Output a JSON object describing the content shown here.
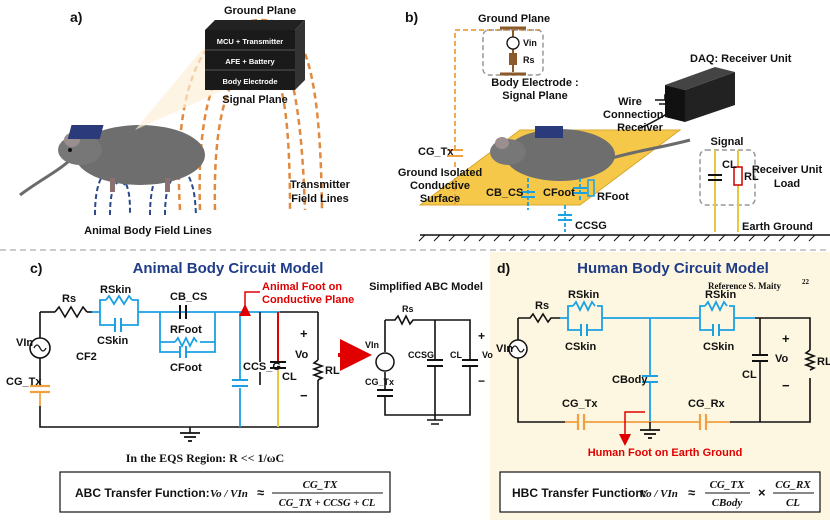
{
  "panel_a": {
    "label": "a)",
    "ground_plane": "Ground Plane",
    "layer_mcu": "MCU + Transmitter",
    "layer_afe": "AFE + Battery",
    "layer_body": "Body Electrode",
    "signal_plane": "Signal Plane",
    "tx_field_1": "Transmitter",
    "tx_field_2": "Field Lines",
    "body_field": "Animal Body Field Lines"
  },
  "panel_b": {
    "label": "b)",
    "ground_plane": "Ground Plane",
    "vin": "Vin",
    "rs": "Rs",
    "body_electrode_1": "Body Electrode :",
    "body_electrode_2": "Signal Plane",
    "daq": "DAQ: Receiver Unit",
    "wire_1": "Wire",
    "wire_2": "Connection to",
    "wire_3": "Receiver",
    "cg_tx": "CG_Tx",
    "surface_1": "Ground Isolated",
    "surface_2": "Conductive",
    "surface_3": "Surface",
    "cb_cs": "CB_CS",
    "cfoot": "CFoot",
    "rfoot": "RFoot",
    "ccsg": "CCSG",
    "signal": "Signal",
    "cl": "CL",
    "rl": "RL",
    "receiver_load_1": "Receiver Unit",
    "receiver_load_2": "Load",
    "earth_ground": "Earth Ground"
  },
  "panel_c": {
    "label": "c)",
    "title": "Animal Body Circuit Model",
    "rs": "Rs",
    "rskin": "RSkin",
    "cskin": "CSkin",
    "cb_cs": "CB_CS",
    "rfoot": "RFoot",
    "cfoot": "CFoot",
    "vin": "VIn",
    "cf2": "CF2",
    "cg_tx": "CG_Tx",
    "ccs_g": "CCS_G",
    "cl": "CL",
    "vo": "Vo",
    "rl": "RL",
    "plus": "+",
    "minus": "−",
    "foot_note_1": "Animal Foot on",
    "foot_note_2": "Conductive Plane",
    "eqs": "In the EQS Region: R << 1/ωC",
    "simplified_title": "Simplified ABC Model",
    "s_rs": "Rs",
    "s_vin": "VIn",
    "s_ccsg": "CCSG",
    "s_cl": "CL",
    "s_vo": "Vo",
    "s_cg_tx": "CG_Tx",
    "tf_label": "ABC Transfer Function:",
    "tf_lhs": "Vo / VIn",
    "tf_approx": "≈",
    "tf_num": "CG_TX",
    "tf_den": "CG_TX + CCSG + CL"
  },
  "panel_d": {
    "label": "d)",
    "title": "Human Body Circuit Model",
    "reference": "Reference S. Maity",
    "ref_num": "22",
    "rs": "Rs",
    "rskin_l": "RSkin",
    "cskin_l": "CSkin",
    "rskin_r": "RSkin",
    "cskin_r": "CSkin",
    "vin": "VIn",
    "cbody": "CBody",
    "cl": "CL",
    "vo": "Vo",
    "rl": "RL",
    "plus": "+",
    "minus": "−",
    "cg_tx": "CG_Tx",
    "cg_rx": "CG_Rx",
    "foot_note": "Human Foot on Earth Ground",
    "tf_label": "HBC Transfer Function:",
    "tf_lhs": "Vo / VIn",
    "tf_approx": "≈",
    "tf_num1": "CG_TX",
    "tf_den1": "CBody",
    "tf_times": "×",
    "tf_num2": "CG_RX",
    "tf_den2": "CL"
  },
  "colors": {
    "title_blue": "#1f3c88",
    "wire_cyan": "#1ba1e2",
    "cap_orange": "#f0a040",
    "note_red": "#e00000",
    "panel_d_bg": "#fdf6e0",
    "surface_yellow": "#f5c84a"
  }
}
